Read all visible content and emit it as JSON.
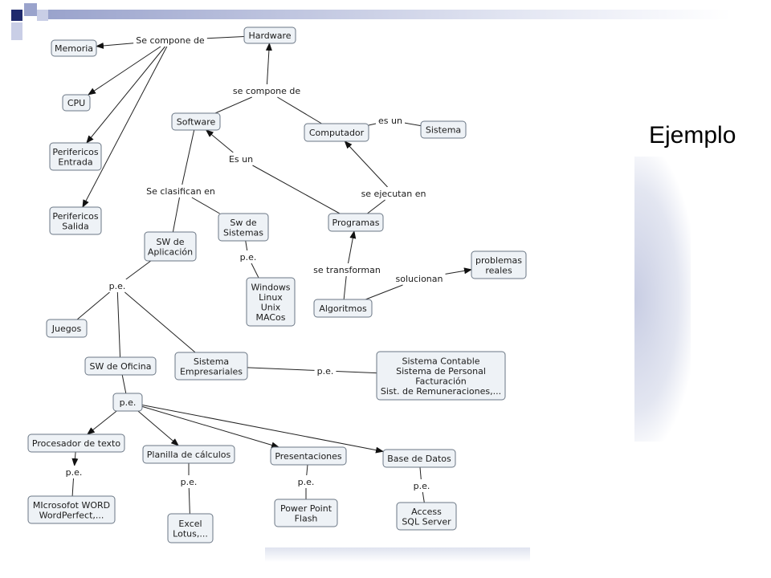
{
  "slide": {
    "title": "Ejemplo"
  },
  "colors": {
    "accent_dark": "#1f2a6d",
    "accent_light": "#9aa3cc",
    "accent_faint": "#c9cee6",
    "watermark": "#c8cde3"
  },
  "nodes": [
    {
      "id": "hardware",
      "label": [
        "Hardware"
      ]
    },
    {
      "id": "memoria",
      "label": [
        "Memoria"
      ]
    },
    {
      "id": "cpu",
      "label": [
        "CPU"
      ]
    },
    {
      "id": "perif_entrada",
      "label": [
        "Perifericos",
        "Entrada"
      ]
    },
    {
      "id": "perif_salida",
      "label": [
        "Perifericos",
        "Salida"
      ]
    },
    {
      "id": "software",
      "label": [
        "Software"
      ]
    },
    {
      "id": "computador",
      "label": [
        "Computador"
      ]
    },
    {
      "id": "sistema",
      "label": [
        "Sistema"
      ]
    },
    {
      "id": "sw_aplicacion",
      "label": [
        "SW de",
        "Aplicación"
      ]
    },
    {
      "id": "sw_sistemas",
      "label": [
        "Sw de",
        "Sistemas"
      ]
    },
    {
      "id": "programas",
      "label": [
        "Programas"
      ]
    },
    {
      "id": "problemas_reales",
      "label": [
        "problemas",
        "reales"
      ]
    },
    {
      "id": "windows",
      "label": [
        "Windows",
        "Linux",
        "Unix",
        "MACos"
      ]
    },
    {
      "id": "algoritmos",
      "label": [
        "Algoritmos"
      ]
    },
    {
      "id": "juegos",
      "label": [
        "Juegos"
      ]
    },
    {
      "id": "sw_oficina",
      "label": [
        "SW de Oficina"
      ]
    },
    {
      "id": "sistema_empresariales",
      "label": [
        "Sistema",
        "Empresariales"
      ]
    },
    {
      "id": "sistema_contable",
      "label": [
        "Sistema Contable",
        "Sistema de Personal",
        "Facturación",
        "Sist. de Remuneraciones,..."
      ]
    },
    {
      "id": "pe_box",
      "label": [
        "p.e."
      ]
    },
    {
      "id": "procesador",
      "label": [
        "Procesador de texto"
      ]
    },
    {
      "id": "planilla",
      "label": [
        "Planilla de cálculos"
      ]
    },
    {
      "id": "presentaciones",
      "label": [
        "Presentaciones"
      ]
    },
    {
      "id": "base_datos",
      "label": [
        "Base de Datos"
      ]
    },
    {
      "id": "msword",
      "label": [
        "MIcrosofot WORD",
        "WordPerfect,..."
      ]
    },
    {
      "id": "excel",
      "label": [
        "Excel",
        "Lotus,..."
      ]
    },
    {
      "id": "powerpoint",
      "label": [
        "Power Point",
        "Flash"
      ]
    },
    {
      "id": "access",
      "label": [
        "Access",
        "SQL Server"
      ]
    }
  ],
  "edge_labels": [
    {
      "id": "se_compone_de_1",
      "text": "Se compone de"
    },
    {
      "id": "se_compone_de_2",
      "text": "se compone de"
    },
    {
      "id": "es_un_1",
      "text": "es un"
    },
    {
      "id": "es_un_2",
      "text": "Es un"
    },
    {
      "id": "se_clasifican_en",
      "text": "Se clasifican en"
    },
    {
      "id": "se_ejecutan_en",
      "text": "se ejecutan en"
    },
    {
      "id": "pe_sistemas",
      "text": "p.e."
    },
    {
      "id": "se_transforman",
      "text": "se transforman"
    },
    {
      "id": "solucionan",
      "text": "solucionan"
    },
    {
      "id": "pe_aplicacion",
      "text": "p.e."
    },
    {
      "id": "pe_empresariales",
      "text": "p.e."
    },
    {
      "id": "pe_procesador",
      "text": "p.e."
    },
    {
      "id": "pe_planilla",
      "text": "p.e."
    },
    {
      "id": "pe_presentaciones",
      "text": "p.e."
    },
    {
      "id": "pe_base",
      "text": "p.e."
    }
  ],
  "edges": [
    {
      "from": "se_compone_de_1",
      "to": "memoria",
      "arrow": true
    },
    {
      "from": "se_compone_de_1",
      "to": "cpu",
      "arrow": true
    },
    {
      "from": "se_compone_de_1",
      "to": "perif_entrada",
      "arrow": true
    },
    {
      "from": "se_compone_de_1",
      "to": "perif_salida",
      "arrow": true
    },
    {
      "from": "hardware",
      "to": "se_compone_de_1",
      "arrow": false
    },
    {
      "from": "se_compone_de_2",
      "to": "hardware",
      "arrow": true
    },
    {
      "from": "software",
      "to": "se_compone_de_2",
      "arrow": false
    },
    {
      "from": "computador",
      "to": "se_compone_de_2",
      "arrow": false
    },
    {
      "from": "computador",
      "to": "es_un_1",
      "arrow": false
    },
    {
      "from": "es_un_1",
      "to": "sistema",
      "arrow": false
    },
    {
      "from": "programas",
      "to": "es_un_2",
      "arrow": false
    },
    {
      "from": "es_un_2",
      "to": "software",
      "arrow": true
    },
    {
      "from": "programas",
      "to": "se_ejecutan_en",
      "arrow": false
    },
    {
      "from": "se_ejecutan_en",
      "to": "computador",
      "arrow": true
    },
    {
      "from": "software",
      "to": "se_clasifican_en",
      "arrow": false
    },
    {
      "from": "se_clasifican_en",
      "to": "sw_aplicacion",
      "arrow": false
    },
    {
      "from": "se_clasifican_en",
      "to": "sw_sistemas",
      "arrow": false
    },
    {
      "from": "sw_sistemas",
      "to": "pe_sistemas",
      "arrow": false
    },
    {
      "from": "pe_sistemas",
      "to": "windows",
      "arrow": false
    },
    {
      "from": "algoritmos",
      "to": "se_transforman",
      "arrow": false
    },
    {
      "from": "se_transforman",
      "to": "programas",
      "arrow": true
    },
    {
      "from": "algoritmos",
      "to": "solucionan",
      "arrow": false
    },
    {
      "from": "solucionan",
      "to": "problemas_reales",
      "arrow": true
    },
    {
      "from": "sw_aplicacion",
      "to": "pe_aplicacion",
      "arrow": false
    },
    {
      "from": "pe_aplicacion",
      "to": "juegos",
      "arrow": false
    },
    {
      "from": "pe_aplicacion",
      "to": "sw_oficina",
      "arrow": false
    },
    {
      "from": "pe_aplicacion",
      "to": "sistema_empresariales",
      "arrow": false
    },
    {
      "from": "sistema_empresariales",
      "to": "pe_empresariales",
      "arrow": false
    },
    {
      "from": "pe_empresariales",
      "to": "sistema_contable",
      "arrow": false
    },
    {
      "from": "sw_oficina",
      "to": "pe_box",
      "arrow": false
    },
    {
      "from": "pe_box",
      "to": "procesador",
      "arrow": true
    },
    {
      "from": "pe_box",
      "to": "planilla",
      "arrow": true
    },
    {
      "from": "pe_box",
      "to": "presentaciones",
      "arrow": true
    },
    {
      "from": "pe_box",
      "to": "base_datos",
      "arrow": true
    },
    {
      "from": "procesador",
      "to": "pe_procesador",
      "arrow": true
    },
    {
      "from": "pe_procesador",
      "to": "msword",
      "arrow": false
    },
    {
      "from": "planilla",
      "to": "pe_planilla",
      "arrow": false
    },
    {
      "from": "pe_planilla",
      "to": "excel",
      "arrow": false
    },
    {
      "from": "presentaciones",
      "to": "pe_presentaciones",
      "arrow": false
    },
    {
      "from": "pe_presentaciones",
      "to": "powerpoint",
      "arrow": false
    },
    {
      "from": "base_datos",
      "to": "pe_base",
      "arrow": false
    },
    {
      "from": "pe_base",
      "to": "access",
      "arrow": false
    }
  ]
}
